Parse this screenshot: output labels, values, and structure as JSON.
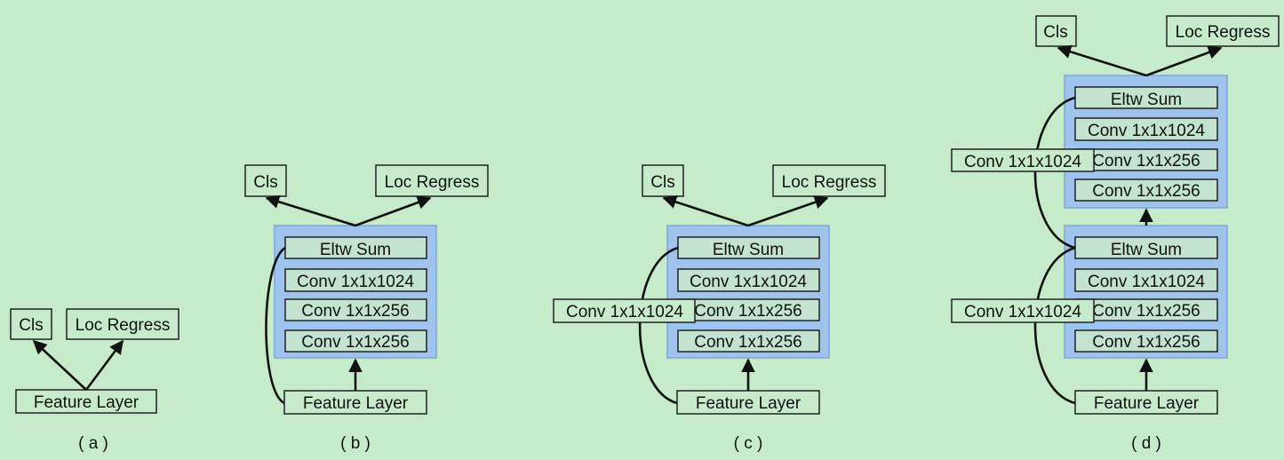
{
  "colors": {
    "background": "#c6ebcb",
    "block": "#9ec3ec",
    "line": "#111111"
  },
  "labels": {
    "cls": "Cls",
    "loc_regress": "Loc Regress",
    "feature_layer": "Feature Layer",
    "eltw_sum": "Eltw Sum",
    "conv_1024": "Conv 1x1x1024",
    "conv_256": "Conv 1x1x256"
  },
  "captions": {
    "a": "( a )",
    "b": "( b )",
    "c": "( c )",
    "d": "( d )"
  }
}
